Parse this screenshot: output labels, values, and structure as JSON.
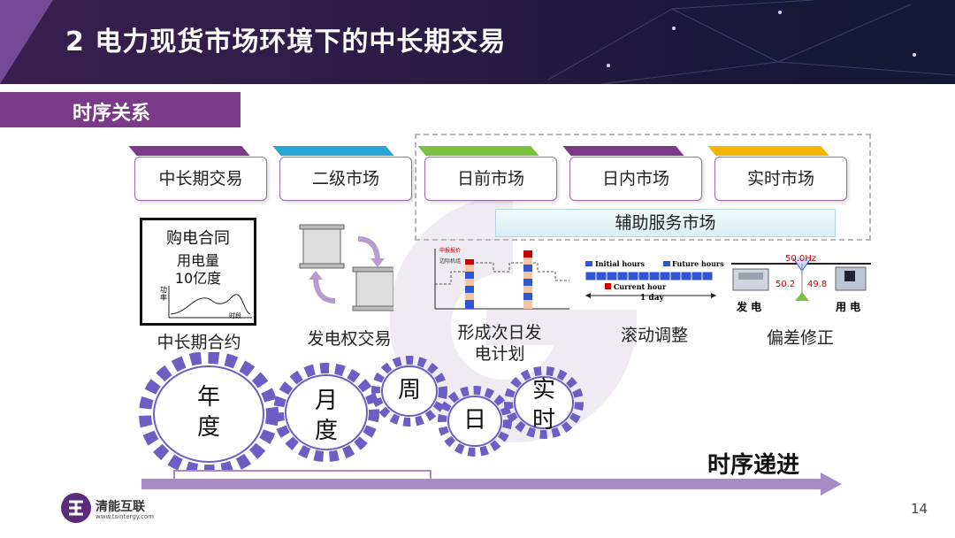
{
  "header": {
    "title": "2 电力现货市场环境下的中长期交易"
  },
  "section": {
    "title": "时序关系"
  },
  "markets": [
    {
      "label": "中长期交易",
      "color": "#7a3a88"
    },
    {
      "label": "二级市场",
      "color": "#2aa6d6"
    },
    {
      "label": "日前市场",
      "color": "#7cc242"
    },
    {
      "label": "日内市场",
      "color": "#7a3a88"
    },
    {
      "label": "实时市场",
      "color": "#f4b400"
    }
  ],
  "aux_market": "辅助服务市场",
  "contract": {
    "title": "购电合同",
    "line1": "用电量",
    "line2": "10亿度",
    "axis_y": "功率",
    "axis_x": "时段"
  },
  "captions": {
    "contract": "中长期合约",
    "rights": "发电权交易",
    "dayahead_1": "形成次日发",
    "dayahead_2": "电计划",
    "intraday": "滚动调整",
    "realtime": "偏差修正"
  },
  "dayahead_chart": {
    "label1": "申报报价",
    "label2": "边际机组"
  },
  "intraday_chart": {
    "initial": "Initial hours",
    "future": "Future hours",
    "current": "Current hour",
    "span": "1 day"
  },
  "balance": {
    "freq": "50.0Hz",
    "left_val": "50.2",
    "right_val": "49.8",
    "gen": "发 电",
    "use": "用 电"
  },
  "gears": [
    {
      "l1": "年",
      "l2": "度"
    },
    {
      "l1": "月",
      "l2": "度"
    },
    {
      "l1": "周",
      "l2": ""
    },
    {
      "l1": "日",
      "l2": ""
    },
    {
      "l1": "实",
      "l2": "时"
    }
  ],
  "progress": "时序递进",
  "footer": {
    "brand": "清能互联",
    "url": "www.tsintergy.com",
    "page": "14"
  }
}
